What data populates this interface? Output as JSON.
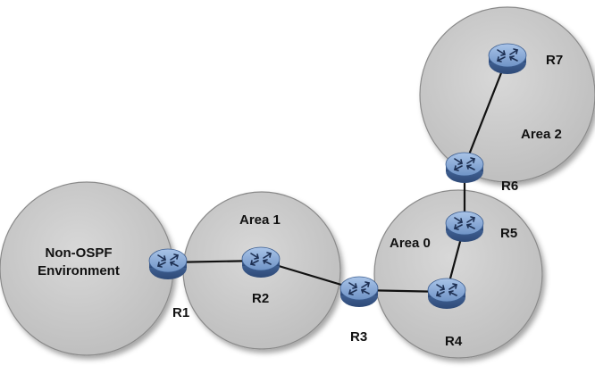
{
  "areas": {
    "non_ospf": {
      "line1": "Non-OSPF",
      "line2": "Environment"
    },
    "area1": {
      "label": "Area 1"
    },
    "area0": {
      "label": "Area 0"
    },
    "area2": {
      "label": "Area 2"
    }
  },
  "routers": {
    "r1": "R1",
    "r2": "R2",
    "r3": "R3",
    "r4": "R4",
    "r5": "R5",
    "r6": "R6",
    "r7": "R7"
  },
  "colors": {
    "area_fill": "#cdcdcd",
    "area_stroke": "#7a7a7a",
    "router_body": "#5a7fb3",
    "router_top": "#8fb0dc",
    "link": "#111111"
  }
}
